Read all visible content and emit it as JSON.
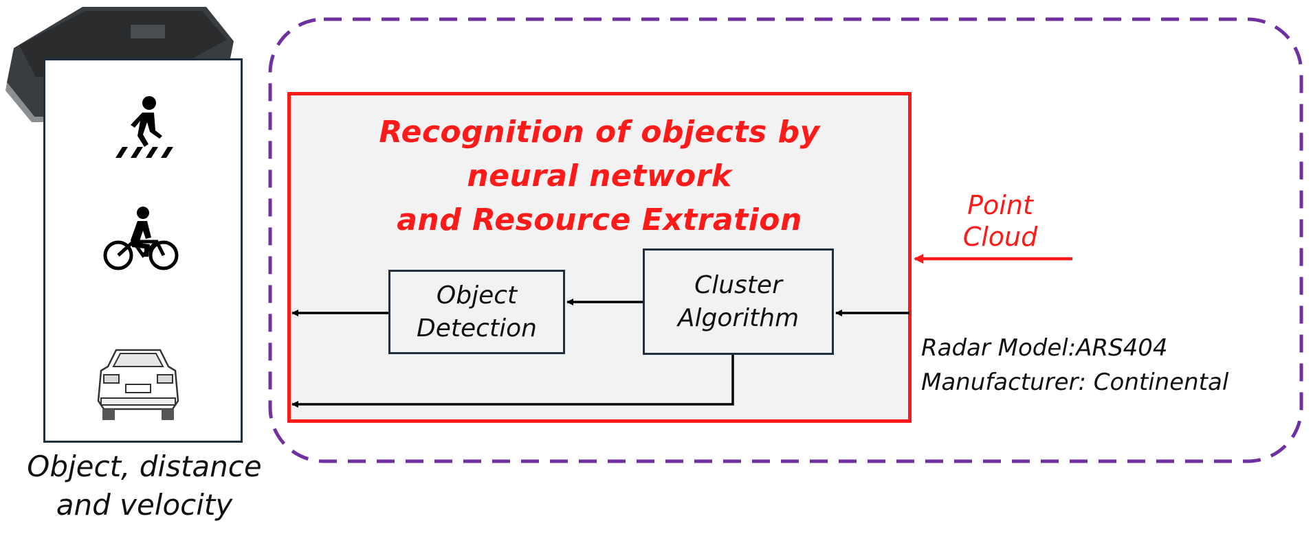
{
  "objects_panel": {
    "caption_lines": [
      "Object, distance",
      "and velocity"
    ],
    "icons": [
      "pedestrian-crossing-icon",
      "cyclist-icon",
      "car-rear-icon"
    ]
  },
  "nn_panel": {
    "title_lines": [
      "Recognition of objects by",
      "neural network",
      "and Resource Extration"
    ],
    "blocks": {
      "object_detection": [
        "Object",
        "Detection"
      ],
      "cluster_algorithm": [
        "Cluster",
        "Algorithm"
      ]
    }
  },
  "radar": {
    "point_cloud_lines": [
      "Point",
      "Cloud"
    ],
    "model_line": "Radar Model:ARS404",
    "manufacturer_line": "Manufacturer: Continental",
    "device_icon": "radar-sensor-icon"
  },
  "colors": {
    "accent_red": "#ff1a1a",
    "dashed_purple": "#7030a0",
    "dark_navy": "#1f2f3d",
    "panel_gray": "#f2f2f2"
  }
}
